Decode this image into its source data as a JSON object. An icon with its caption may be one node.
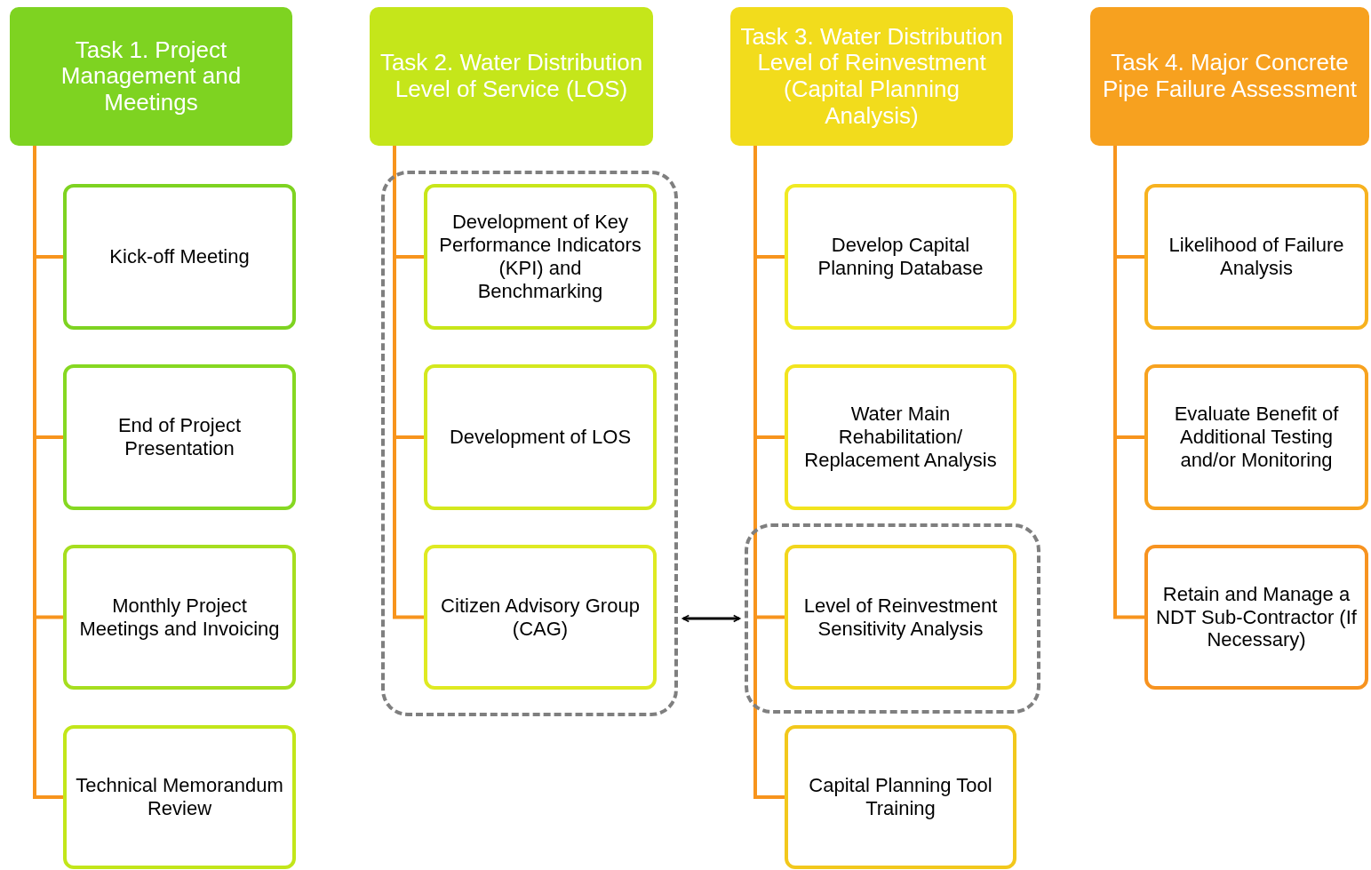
{
  "diagram": {
    "nodes": [
      {
        "text": [
          "Task 1. Project Management and Meetings"
        ]
      },
      {
        "text": [
          "Kick-off Meeting"
        ]
      },
      {
        "text": [
          "End of Project Presentation"
        ]
      },
      {
        "text": [
          "Monthly Project Meetings and Invoicing"
        ]
      },
      {
        "text": [
          "Technical Memorandum Review"
        ]
      },
      {
        "text": [
          "Task 2. Water Distribution Level of Service (LOS)"
        ]
      },
      {
        "text": [],
        "shape": "box"
      },
      {
        "text": [
          "Development of Key Performance Indicators (KPI) and Benchmarking"
        ],
        "in": 6
      },
      {
        "text": [
          "Development of LOS"
        ],
        "in": 6
      },
      {
        "text": [
          "Citizen Advisory Group (CAG)"
        ],
        "in": 6
      },
      {
        "text": [
          "Task 3. Water Distribution Level of Reinvestment (Capital Planning Analysis)"
        ]
      },
      {
        "text": [
          "Develop Capital Planning Database"
        ]
      },
      {
        "text": [
          "Water Main Rehabilitation/ Replacement Analysis"
        ]
      },
      {
        "text": [],
        "shape": "box"
      },
      {
        "text": [
          "Level of Reinvestment Sensitivity Analysis"
        ],
        "in": 13
      },
      {
        "text": [
          "Capital Planning Tool Training"
        ]
      },
      {
        "text": [
          "Task 4. Major Concrete Pipe Failure Assessment"
        ]
      },
      {
        "text": [
          "Likelihood of Failure Analysis"
        ]
      },
      {
        "text": [
          "Evaluate Benefit of Additional Testing and/or Monitoring"
        ]
      },
      {
        "text": [
          "Retain and Manage a NDT Sub-Contractor (If Necessary)"
        ]
      }
    ],
    "edges": [
      {
        "from": 0,
        "to": 1,
        "arrow": "none"
      },
      {
        "from": 0,
        "to": 2,
        "arrow": "none"
      },
      {
        "from": 0,
        "to": 3,
        "arrow": "none"
      },
      {
        "from": 0,
        "to": 4,
        "arrow": "none"
      },
      {
        "from": 5,
        "to": 7,
        "arrow": "none"
      },
      {
        "from": 5,
        "to": 8,
        "arrow": "none"
      },
      {
        "from": 5,
        "to": 9,
        "arrow": "none"
      },
      {
        "from": 10,
        "to": 11,
        "arrow": "none"
      },
      {
        "from": 10,
        "to": 12,
        "arrow": "none"
      },
      {
        "from": 10,
        "to": 14,
        "arrow": "none"
      },
      {
        "from": 10,
        "to": 15,
        "arrow": "none"
      },
      {
        "from": 16,
        "to": 17,
        "arrow": "none"
      },
      {
        "from": 16,
        "to": 18,
        "arrow": "none"
      },
      {
        "from": 16,
        "to": 19,
        "arrow": "none"
      },
      {
        "from": 6,
        "to": 13,
        "arrow": "both",
        "color": "#000000"
      }
    ]
  }
}
